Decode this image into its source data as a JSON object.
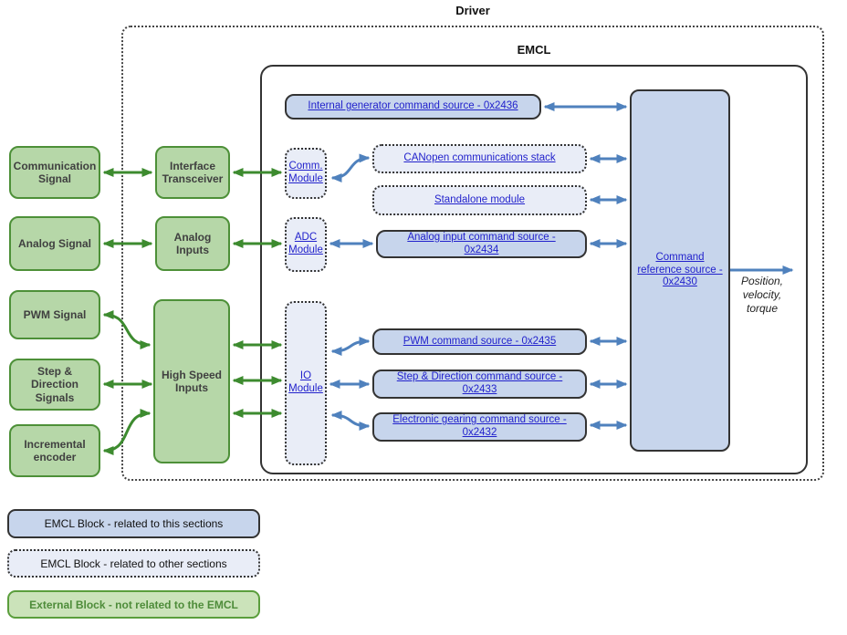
{
  "diagram": {
    "driver_label": "Driver",
    "emcl_label": "EMCL",
    "output_label": "Position, velocity, torque"
  },
  "external_blocks": {
    "communication_signal": "Communication Signal",
    "analog_signal": "Analog Signal",
    "pwm_signal": "PWM Signal",
    "step_direction_signals": "Step & Direction Signals",
    "incremental_encoder": "Incremental encoder",
    "interface_transceiver": "Interface Transceiver",
    "analog_inputs": "Analog Inputs",
    "high_speed_inputs": "High Speed Inputs"
  },
  "emcl_modules": {
    "comm_module": "Comm. Module",
    "adc_module": "ADC Module",
    "io_module": "IO Module",
    "canopen_stack": "CANopen communications stack",
    "standalone_module": "Standalone module"
  },
  "command_sources": {
    "internal_generator": "Internal generator command source - 0x2436",
    "analog_input": "Analog input command source - 0x2434",
    "pwm": "PWM command source - 0x2435",
    "step_direction": "Step & Direction command source - 0x2433",
    "electronic_gearing": "Electronic gearing command source - 0x2432",
    "command_reference": "Command reference source - 0x2430"
  },
  "legend": {
    "emcl_this": "EMCL Block - related to this sections",
    "emcl_other": "EMCL Block - related to other sections",
    "external": "External Block - not related to the EMCL"
  },
  "colors": {
    "green_fill": "#b6d7a8",
    "green_border": "#4d9038",
    "green_arrow": "#3d8b2f",
    "blue_fill": "#c7d5ec",
    "module_fill": "#e9edf7",
    "blue_arrow": "#4f81bd",
    "link_blue": "#2222cc"
  }
}
